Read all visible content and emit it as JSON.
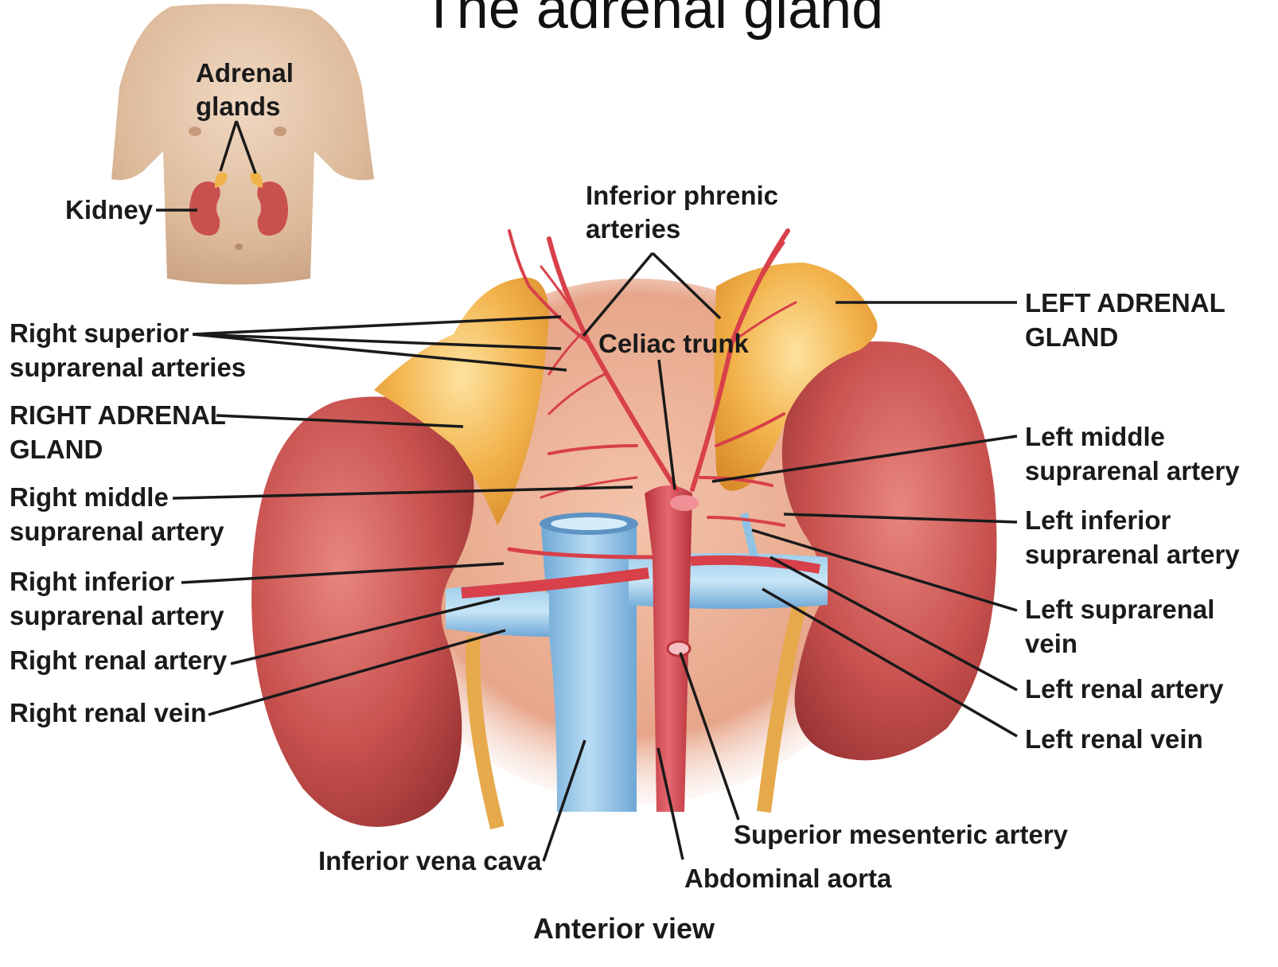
{
  "title": "The adrenal gland",
  "inset": {
    "adrenal_glands_line1": "Adrenal",
    "adrenal_glands_line2": "glands",
    "kidney": "Kidney"
  },
  "labels": {
    "inferior_phrenic_1": "Inferior phrenic",
    "inferior_phrenic_2": "arteries",
    "celiac_trunk": "Celiac trunk",
    "left_adrenal_1": "LEFT ADRENAL",
    "left_adrenal_2": "GLAND",
    "right_superior_1": "Right superior",
    "right_superior_2": "suprarenal arteries",
    "right_adrenal_1": "RIGHT ADRENAL",
    "right_adrenal_2": "GLAND",
    "right_middle_1": "Right middle",
    "right_middle_2": "suprarenal artery",
    "right_inferior_1": "Right inferior",
    "right_inferior_2": "suprarenal artery",
    "right_renal_artery": "Right renal artery",
    "right_renal_vein": "Right renal vein",
    "left_middle_1": "Left middle",
    "left_middle_2": "suprarenal artery",
    "left_inferior_1": "Left inferior",
    "left_inferior_2": "suprarenal artery",
    "left_suprarenal_vein_1": "Left suprarenal",
    "left_suprarenal_vein_2": "vein",
    "left_renal_artery": "Left renal artery",
    "left_renal_vein": "Left renal vein",
    "superior_mesenteric": "Superior mesenteric artery",
    "inferior_vena_cava": "Inferior vena cava",
    "abdominal_aorta": "Abdominal aorta",
    "anterior_view": "Anterior view"
  },
  "colors": {
    "kidney": "#c8514e",
    "adrenal": "#f2b24a",
    "vein": "#8ec3e6",
    "artery": "#d8404a",
    "skin": "#e8c9ae",
    "ureter": "#e6a94b",
    "muscle": "#e7a68a"
  }
}
